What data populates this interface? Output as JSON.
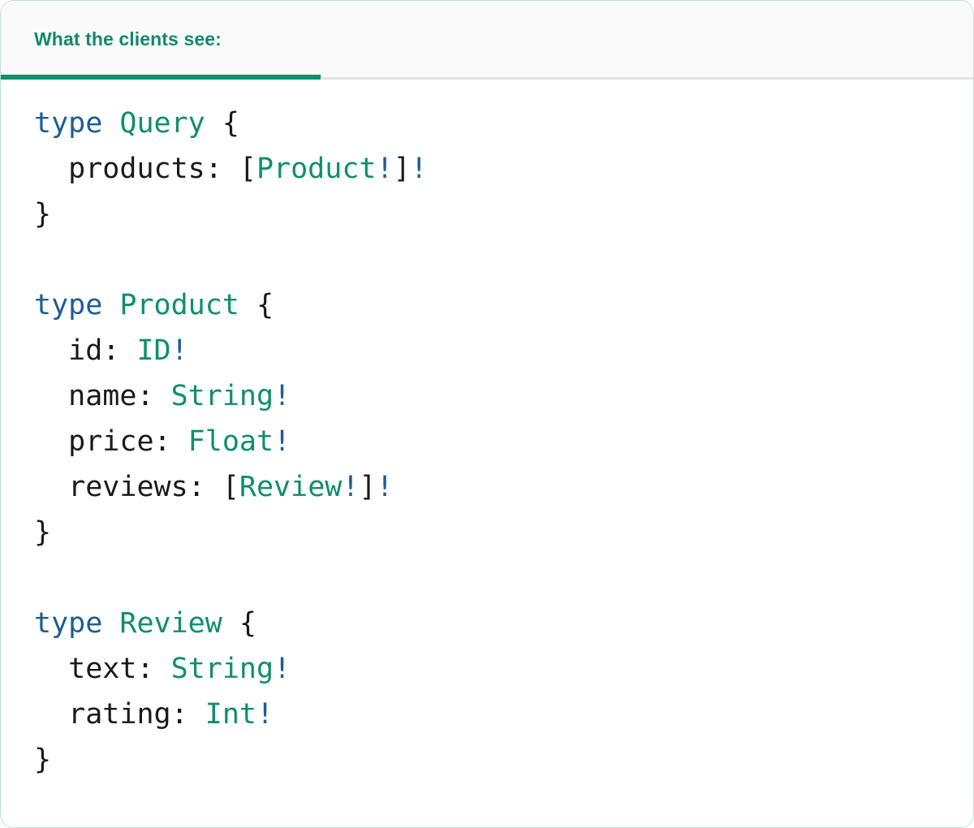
{
  "card": {
    "accent_color": "#0f8f6c",
    "border_color": "#bfe0d1",
    "header_bg": "#fafafa",
    "body_bg": "#ffffff"
  },
  "tabbar": {
    "active_tab_label": "What the clients see:",
    "underline_color": "#0f8f6c",
    "divider_color": "#e2e3e5"
  },
  "code": {
    "language": "graphql",
    "colors": {
      "keyword": "#1b5e96",
      "type_name": "#0e8f6c",
      "field": "#1a1a1a",
      "punctuation": "#1a1a1a",
      "non_null": "#1b5e96"
    },
    "blocks": [
      {
        "keyword": "type",
        "name": "Query",
        "open": "{",
        "close": "}",
        "fields": [
          {
            "indent": "  ",
            "name": "products",
            "sep": ": ",
            "open_bracket": "[",
            "type": "Product",
            "inner_bang": "!",
            "close_bracket": "]",
            "outer_bang": "!"
          }
        ]
      },
      {
        "keyword": "type",
        "name": "Product",
        "open": "{",
        "close": "}",
        "fields": [
          {
            "indent": "  ",
            "name": "id",
            "sep": ": ",
            "open_bracket": "",
            "type": "ID",
            "inner_bang": "!",
            "close_bracket": "",
            "outer_bang": ""
          },
          {
            "indent": "  ",
            "name": "name",
            "sep": ": ",
            "open_bracket": "",
            "type": "String",
            "inner_bang": "!",
            "close_bracket": "",
            "outer_bang": ""
          },
          {
            "indent": "  ",
            "name": "price",
            "sep": ": ",
            "open_bracket": "",
            "type": "Float",
            "inner_bang": "!",
            "close_bracket": "",
            "outer_bang": ""
          },
          {
            "indent": "  ",
            "name": "reviews",
            "sep": ": ",
            "open_bracket": "[",
            "type": "Review",
            "inner_bang": "!",
            "close_bracket": "]",
            "outer_bang": "!"
          }
        ]
      },
      {
        "keyword": "type",
        "name": "Review",
        "open": "{",
        "close": "}",
        "fields": [
          {
            "indent": "  ",
            "name": "text",
            "sep": ": ",
            "open_bracket": "",
            "type": "String",
            "inner_bang": "!",
            "close_bracket": "",
            "outer_bang": ""
          },
          {
            "indent": "  ",
            "name": "rating",
            "sep": ": ",
            "open_bracket": "",
            "type": "Int",
            "inner_bang": "!",
            "close_bracket": "",
            "outer_bang": ""
          }
        ]
      }
    ]
  }
}
